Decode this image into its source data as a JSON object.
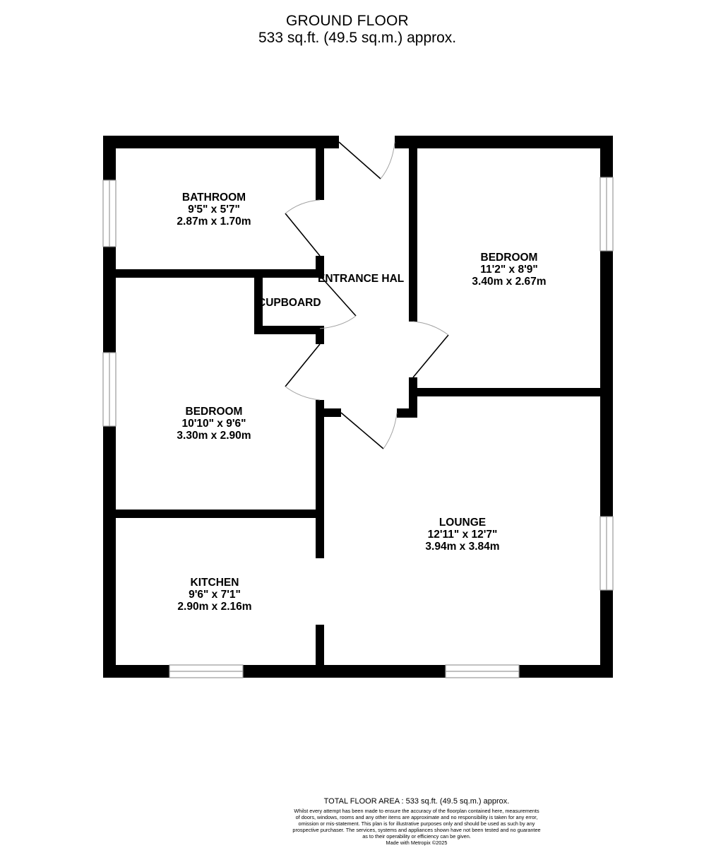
{
  "header": {
    "title": "GROUND FLOOR",
    "area": "533 sq.ft. (49.5 sq.m.) approx."
  },
  "rooms": [
    {
      "id": "bathroom",
      "name": "BATHROOM",
      "imperial": "9'5\"  x 5'7\"",
      "metric": "2.87m  x 1.70m"
    },
    {
      "id": "bedroom-right",
      "name": "BEDROOM",
      "imperial": "11'2\"  x 8'9\"",
      "metric": "3.40m  x 2.67m"
    },
    {
      "id": "bedroom-left",
      "name": "BEDROOM",
      "imperial": "10'10\"  x 9'6\"",
      "metric": "3.30m  x 2.90m"
    },
    {
      "id": "kitchen",
      "name": "KITCHEN",
      "imperial": "9'6\"  x 7'1\"",
      "metric": "2.90m  x 2.16m"
    },
    {
      "id": "lounge",
      "name": "LOUNGE",
      "imperial": "12'11\"  x 12'7\"",
      "metric": "3.94m  x 3.84m"
    }
  ],
  "labels": {
    "entrance_hall": "ENTRANCE HAL",
    "cupboard": "CUPBOARD"
  },
  "colors": {
    "wall": "#000000",
    "window_frame": "#9a9a9a",
    "door_arc": "#a0a0a0",
    "background": "#ffffff"
  },
  "footer": {
    "total": "TOTAL FLOOR AREA : 533 sq.ft. (49.5 sq.m.) approx.",
    "disclaimer_lines": [
      "Whilst every attempt has been made to ensure the accuracy of the floorplan contained here, measurements",
      "of doors, windows, rooms and any other items are approximate and no responsibility is taken for any error,",
      "omission or mis-statement. This plan is for illustrative purposes only and should be used as such by any",
      "prospective purchaser. The services, systems and appliances shown have not been tested and no guarantee",
      "as to their operability or efficiency can be given."
    ],
    "credit": "Made with Metropix ©2025"
  }
}
